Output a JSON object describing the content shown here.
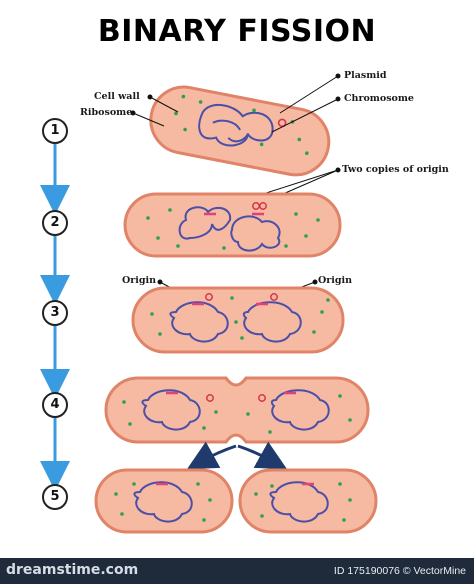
{
  "title": "BINARY FISSION",
  "labels": {
    "cell_wall": "Cell wall",
    "ribosome": "Ribosome",
    "plasmid": "Plasmid",
    "chromosome": "Chromosome",
    "two_copies": "Two copies of origin",
    "origin_left": "Origin",
    "origin_right": "Origin"
  },
  "steps": [
    "1",
    "2",
    "3",
    "4",
    "5"
  ],
  "footer": {
    "brand": "dreamstime.com",
    "image_id": "ID 175190076 © VectorMine"
  },
  "colors": {
    "cell_fill": "#f6b9a1",
    "cell_border": "#e08468",
    "chromosome": "#4a4fa8",
    "origin": "#e0417a",
    "ribosome": "#2f9e4f",
    "plasmid": "#d8344a",
    "arrow": "#3a9be0",
    "split_arrow": "#1f3b6e"
  }
}
